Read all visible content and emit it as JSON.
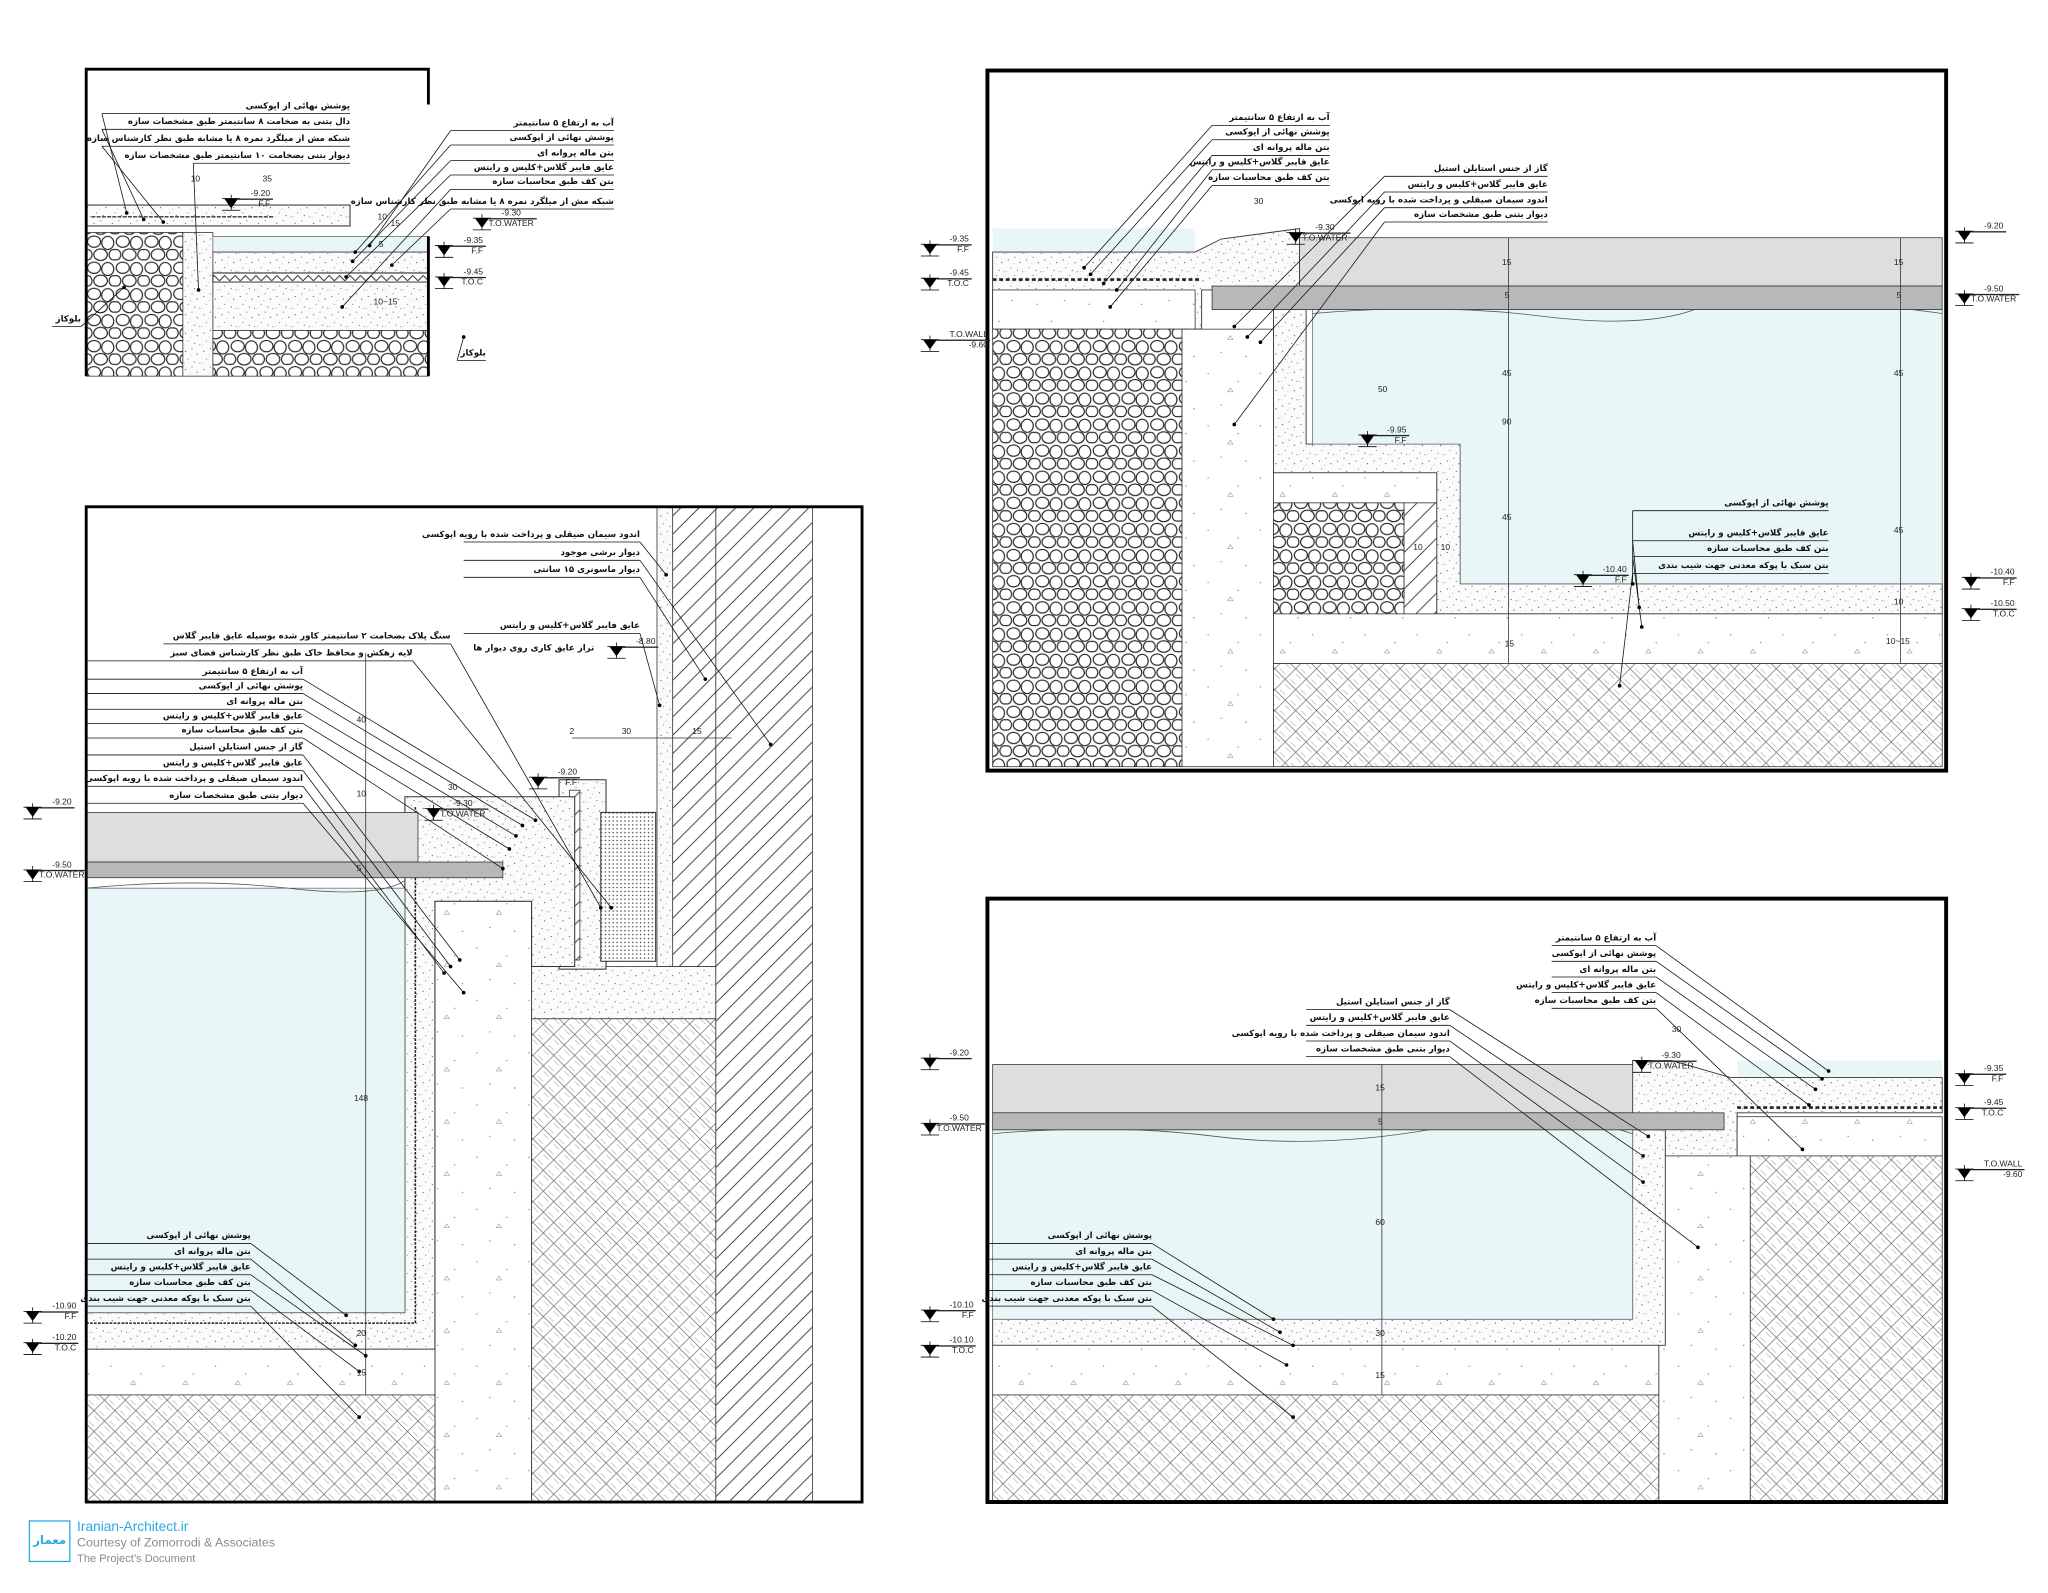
{
  "panels": {
    "A": {
      "labels": [
        "پوشش نهائی از اپوکسی",
        "دال بتنی به ضخامت ۸ سانتیمتر طبق مشخصات سازه",
        "شبکه مش از میلگرد نمره ۸ یا مشابه طبق نظر کارشناس سازه",
        "دیوار بتنی بضخامت ۱۰ سانتیمتر طبق مشخصات سازه",
        "آب به ارتفاع ۵ سانتیمتر",
        "پوشش نهائی از اپوکسی",
        "بتن ماله پروانه ای",
        "عایق فایبر گلاس+کلیس و رایتس",
        "بتن کف طبق محاسبات سازه",
        "شبکه مش از میلگرد نمره ۸ یا مشابه طبق نظر کارشناس سازه",
        "بلوکاز",
        "بلوکاز"
      ],
      "levels": [
        {
          "value": "-9.20",
          "tag": "F.F"
        },
        {
          "value": "-9.30",
          "tag": "T.O.WATER"
        },
        {
          "value": "-9.35",
          "tag": "F.F"
        },
        {
          "value": "-9.45",
          "tag": "T.O.C"
        }
      ],
      "dims": [
        "10",
        "35",
        "10",
        "15",
        "5",
        "10~15"
      ]
    },
    "B": {
      "labels": [
        "اندود سیمان صیقلی و پرداخت شده با رویه اپوکسی",
        "دیوار برشی موجود",
        "دیوار ماسونری ۱۵ سانتی",
        "عایق فایبر گلاس+کلیس و رایتس",
        "تراز عایق کاری روی دیوار ها",
        "سنگ پلاک بضخامت ۲ سانتیمتر کاور شده بوسیله عایق فایبر گلاس",
        "لایه زهکش و محافظ خاک طبق نظر کارشناس فضای سبز",
        "آب به ارتفاع ۵ سانتیمتر",
        "پوشش نهائی از اپوکسی",
        "بتن ماله پروانه ای",
        "عایق فایبر گلاس+کلیس و رایتس",
        "بتن کف طبق محاسبات سازه",
        "گاز از جنس استایلن استیل",
        "عایق فایبر گلاس+کلیس و رایتس",
        "اندود سیمان صیقلی و پرداخت شده با رویه اپوکسی",
        "دیوار بتنی طبق مشخصات سازه",
        "پوشش نهائی از اپوکسی",
        "بتن ماله پروانه ای",
        "عایق فایبر گلاس+کلیس و رایتس",
        "بتن کف طبق محاسبات سازه",
        "بتن سبک با پوکه معدنی جهت شیب بندی"
      ],
      "levels": [
        {
          "value": "-8.80",
          "tag": ""
        },
        {
          "value": "-9.20",
          "tag": "F.F"
        },
        {
          "value": "-9.30",
          "tag": "T.O.WATER"
        },
        {
          "value": "-9.20",
          "tag": ""
        },
        {
          "value": "-9.50",
          "tag": "T.O.WATER"
        },
        {
          "value": "-10.90",
          "tag": "F.F"
        },
        {
          "value": "-10.20",
          "tag": "T.O.C"
        }
      ],
      "dims": [
        "30",
        "2",
        "15",
        "30",
        "40",
        "10",
        "5",
        "148",
        "20",
        "15"
      ]
    },
    "C": {
      "labels": [
        "آب به ارتفاع ۵ سانتیمتر",
        "پوشش نهائی از اپوکسی",
        "بتن ماله پروانه ای",
        "عایق فایبر گلاس+کلیس و رایتس",
        "بتن کف طبق محاسبات سازه",
        "گاز از جنس استایلن استیل",
        "عایق فایبر گلاس+کلیس و رایتس",
        "اندود سیمان صیقلی و پرداخت شده با رویه اپوکسی",
        "دیوار بتنی طبق مشخصات سازه",
        "پوشش نهائی از اپوکسی",
        "عایق فایبر گلاس+کلیس و رایتس",
        "بتن کف طبق محاسبات سازه",
        "بتن سبک با پوکه معدنی جهت شیب بندی"
      ],
      "levels": [
        {
          "value": "-9.30",
          "tag": "T.O.WATER"
        },
        {
          "value": "-9.95",
          "tag": "F.F"
        },
        {
          "value": "-10.40",
          "tag": "F.F"
        },
        {
          "value": "-9.35",
          "tag": "F.F"
        },
        {
          "value": "-9.45",
          "tag": "T.O.C"
        },
        {
          "value": "T.O.WALL",
          "tag": "-9.60"
        },
        {
          "value": "-9.20",
          "tag": ""
        },
        {
          "value": "-9.50",
          "tag": "T.O.WATER"
        },
        {
          "value": "-10.40",
          "tag": "F.F"
        },
        {
          "value": "-10.50",
          "tag": "T.O.C"
        }
      ],
      "dims": [
        "30",
        "15",
        "5",
        "45",
        "90",
        "50",
        "45",
        "10",
        "10",
        "10",
        "10~15",
        "15",
        "45",
        "45",
        "15",
        "5"
      ]
    },
    "D": {
      "labels": [
        "آب به ارتفاع ۵ سانتیمتر",
        "پوشش نهائی از اپوکسی",
        "بتن ماله پروانه ای",
        "عایق فایبر گلاس+کلیس و رایتس",
        "بتن کف طبق محاسبات سازه",
        "گاز از جنس استایلن استیل",
        "عایق فایبر گلاس+کلیس و رایتس",
        "اندود سیمان صیقلی و پرداخت شده با رویه اپوکسی",
        "دیوار بتنی طبق مشخصات سازه",
        "پوشش نهائی از اپوکسی",
        "بتن ماله پروانه ای",
        "عایق فایبر گلاس+کلیس و رایتس",
        "بتن کف طبق محاسبات سازه",
        "بتن سبک با پوکه معدنی جهت شیب بندی"
      ],
      "levels": [
        {
          "value": "-9.30",
          "tag": "T.O.WATER"
        },
        {
          "value": "-9.20",
          "tag": ""
        },
        {
          "value": "-9.50",
          "tag": "T.O.WATER"
        },
        {
          "value": "-10.10",
          "tag": "F.F"
        },
        {
          "value": "-10.10",
          "tag": "T.O.C"
        },
        {
          "value": "-9.35",
          "tag": "F.F"
        },
        {
          "value": "-9.45",
          "tag": "T.O.C"
        },
        {
          "value": "T.O.WALL",
          "tag": "-9.60"
        }
      ],
      "dims": [
        "30",
        "15",
        "5",
        "60",
        "30",
        "15"
      ]
    }
  },
  "colors": {
    "water": "#e8f6f8",
    "coping_light": "#dedede",
    "coping_dark": "#b8b8b8",
    "logo": "#29abe2",
    "credit": "#8a8a8a"
  },
  "logo": {
    "mark": "معمار",
    "site": "Iranian-Architect.ir",
    "courtesy": "Courtesy of Zomorrodi & Associates",
    "note": "The Project’s Document"
  }
}
